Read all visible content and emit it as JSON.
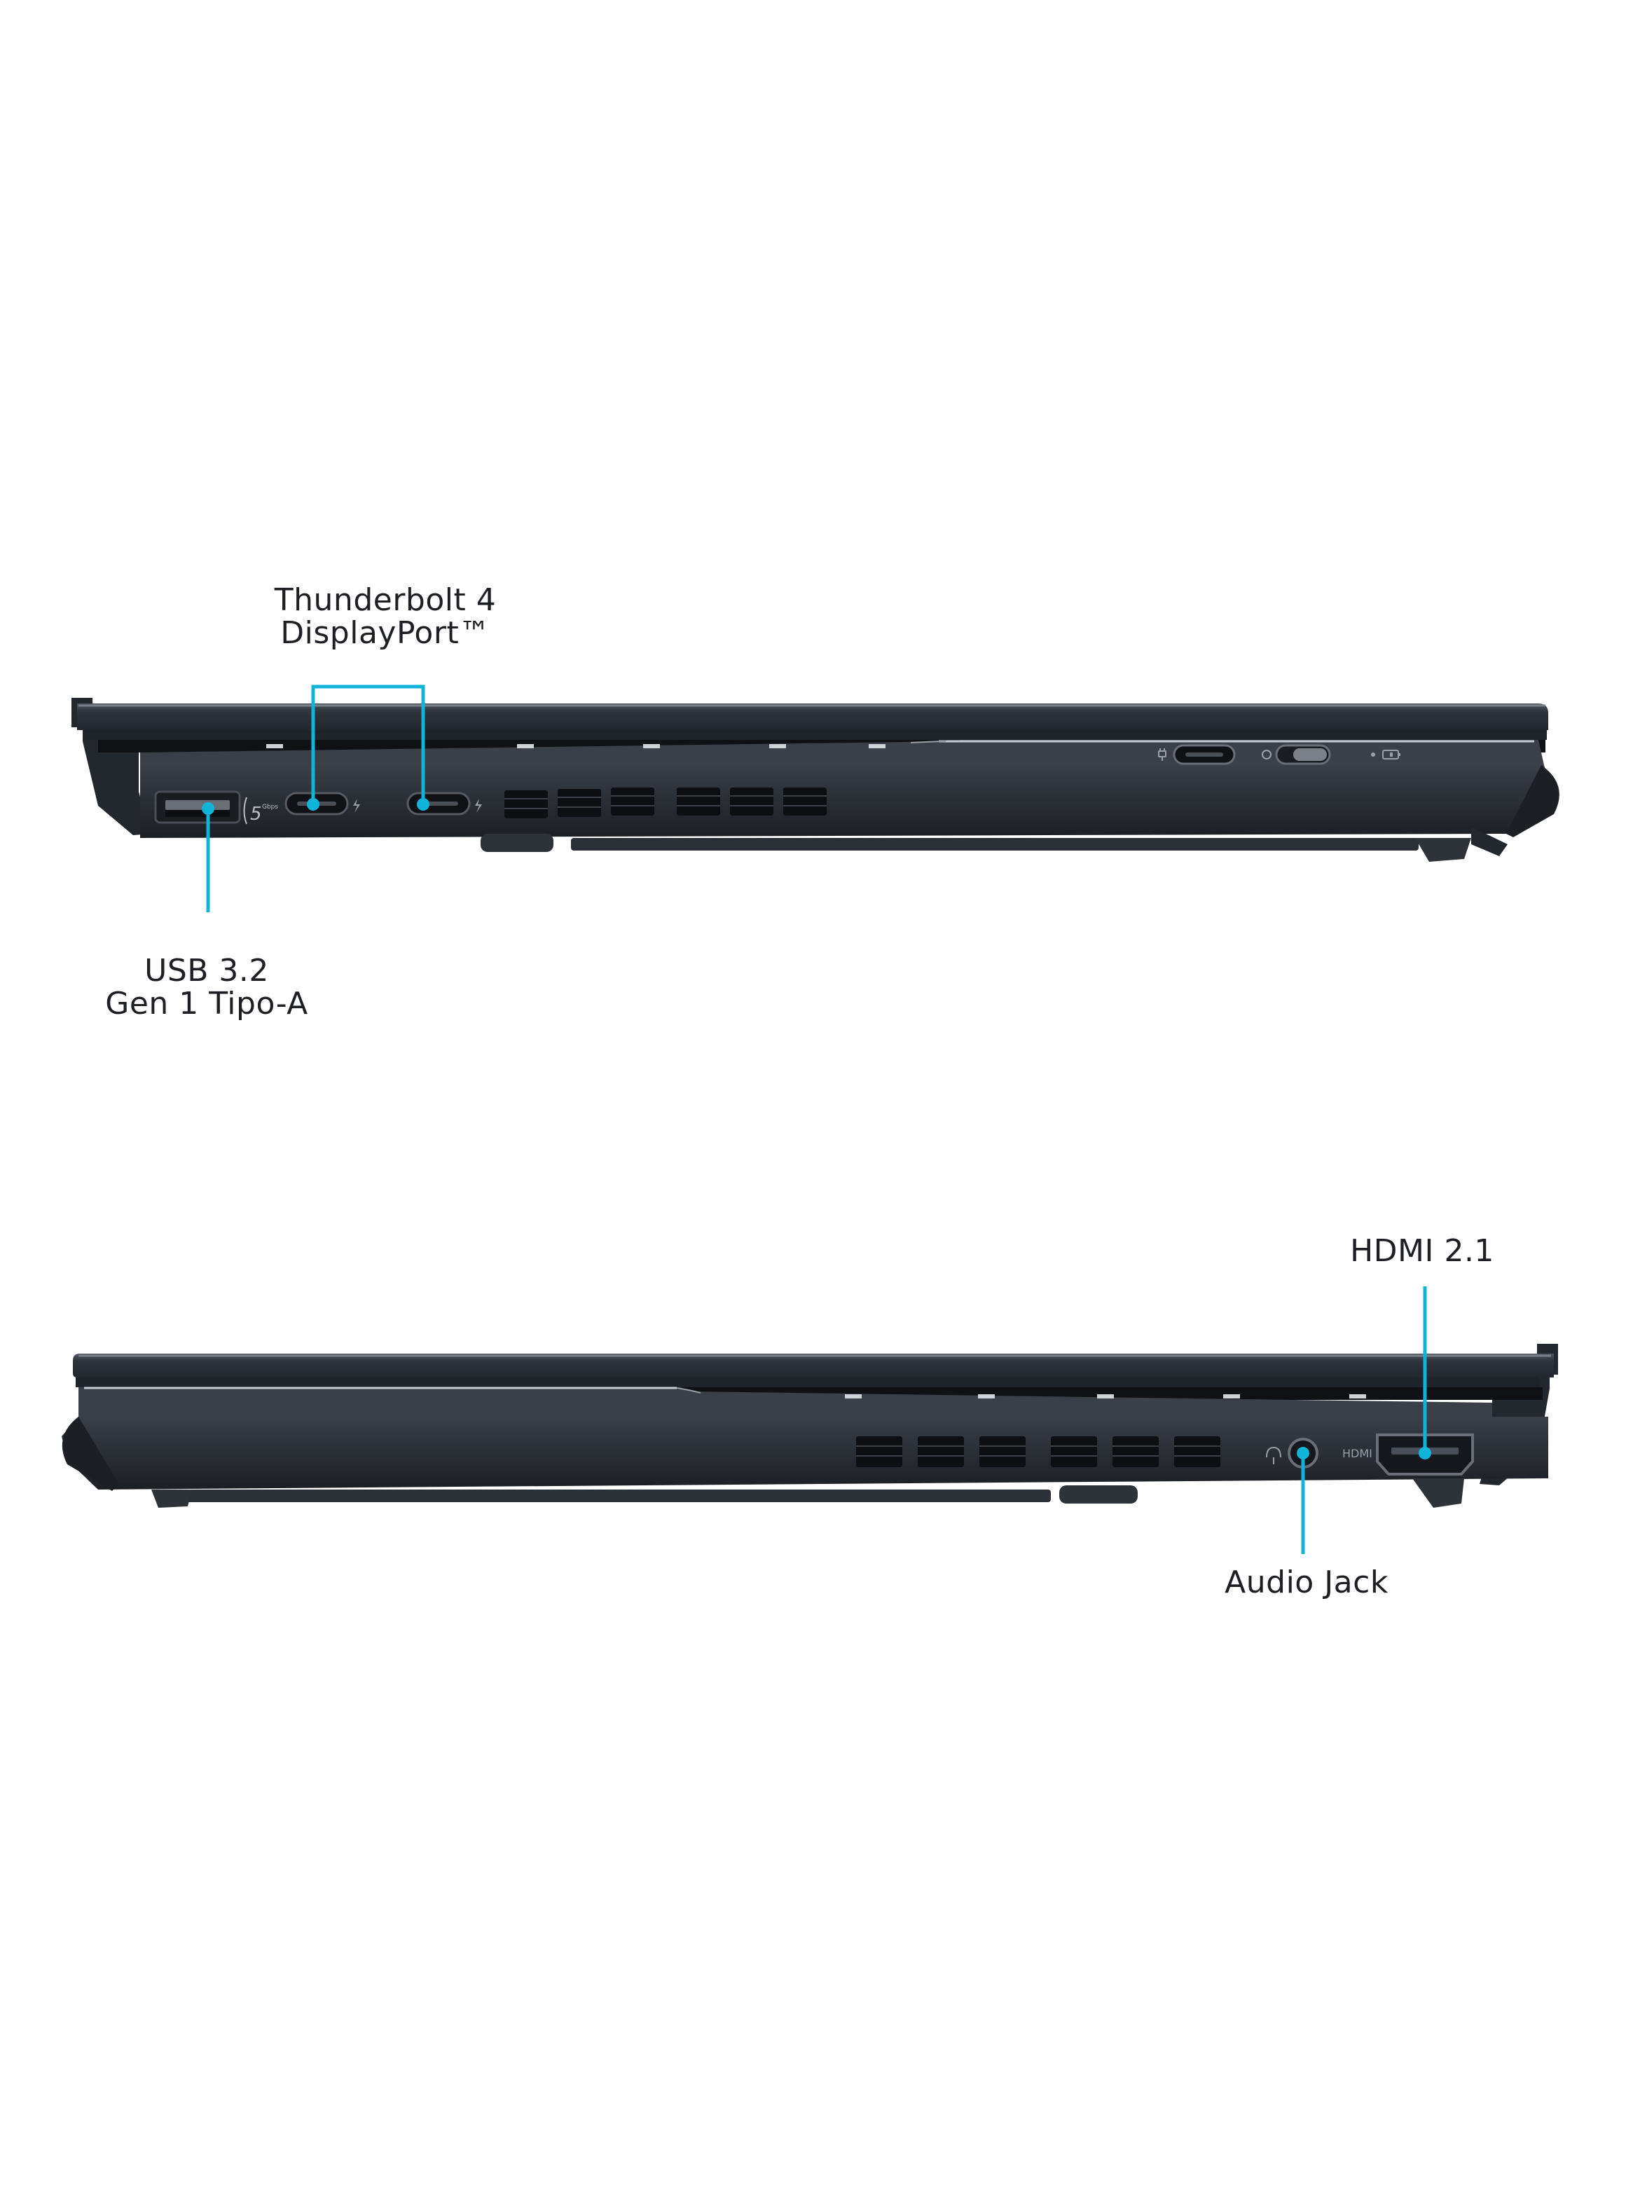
{
  "accent_color": "#10b4d8",
  "chassis_color": "#2b3039",
  "views": {
    "left_side": {
      "callouts": [
        {
          "id": "thunderbolt",
          "lines": [
            "Thunderbolt 4",
            "DisplayPort™"
          ]
        },
        {
          "id": "usb",
          "lines": [
            "USB 3.2",
            "Gen 1 Tipo-A"
          ]
        }
      ],
      "port_marks": {
        "usb_speed": "5",
        "usb_speed_unit": "Gbps"
      }
    },
    "right_side": {
      "callouts": [
        {
          "id": "hdmi",
          "lines": [
            "HDMI 2.1"
          ]
        },
        {
          "id": "audio",
          "lines": [
            "Audio Jack"
          ]
        }
      ],
      "port_marks": {
        "hdmi_marking": "HDMI"
      }
    }
  }
}
